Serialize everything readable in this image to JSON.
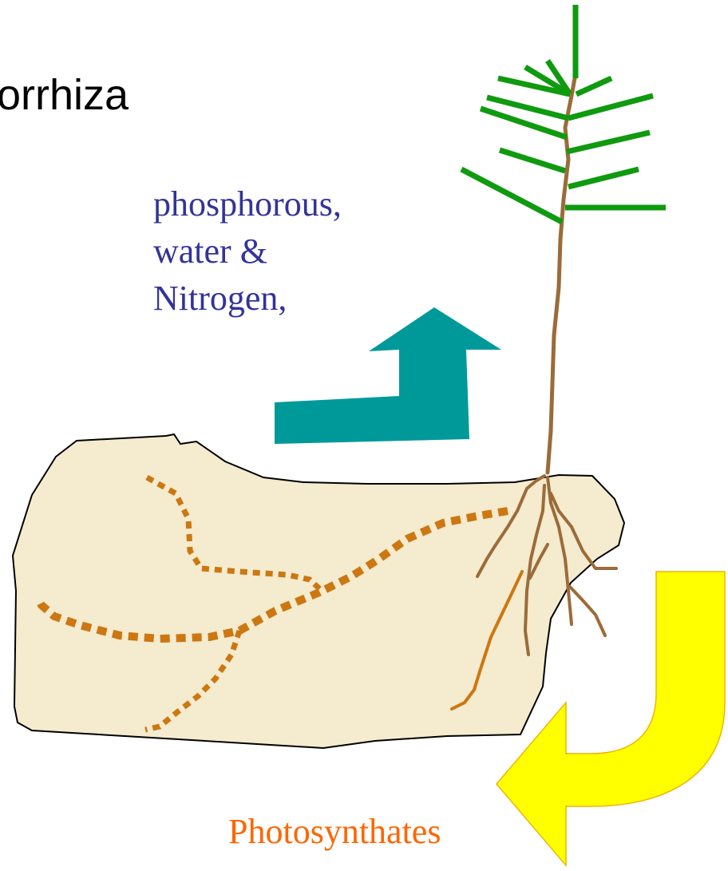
{
  "title": "orrhiza",
  "nutrient_lines": [
    "phosphorous,",
    "water &",
    "Nitrogen,"
  ],
  "photosynthates_label": "Photosynthates",
  "colors": {
    "needles": "#0f9a0f",
    "stem": "#9b6b3a",
    "soil_fill": "#f5ebce",
    "hyphae": "#cc7711",
    "up_arrow": "#00999a",
    "down_arrow": "#ffff00",
    "down_arrow_outline": "#f0b400",
    "nutrient_text": "#333399",
    "photosynthates_text": "#ff6600"
  },
  "icons": [
    "seedling",
    "root-ball",
    "fungal-hyphae",
    "upward-arrow",
    "curved-down-arrow"
  ]
}
